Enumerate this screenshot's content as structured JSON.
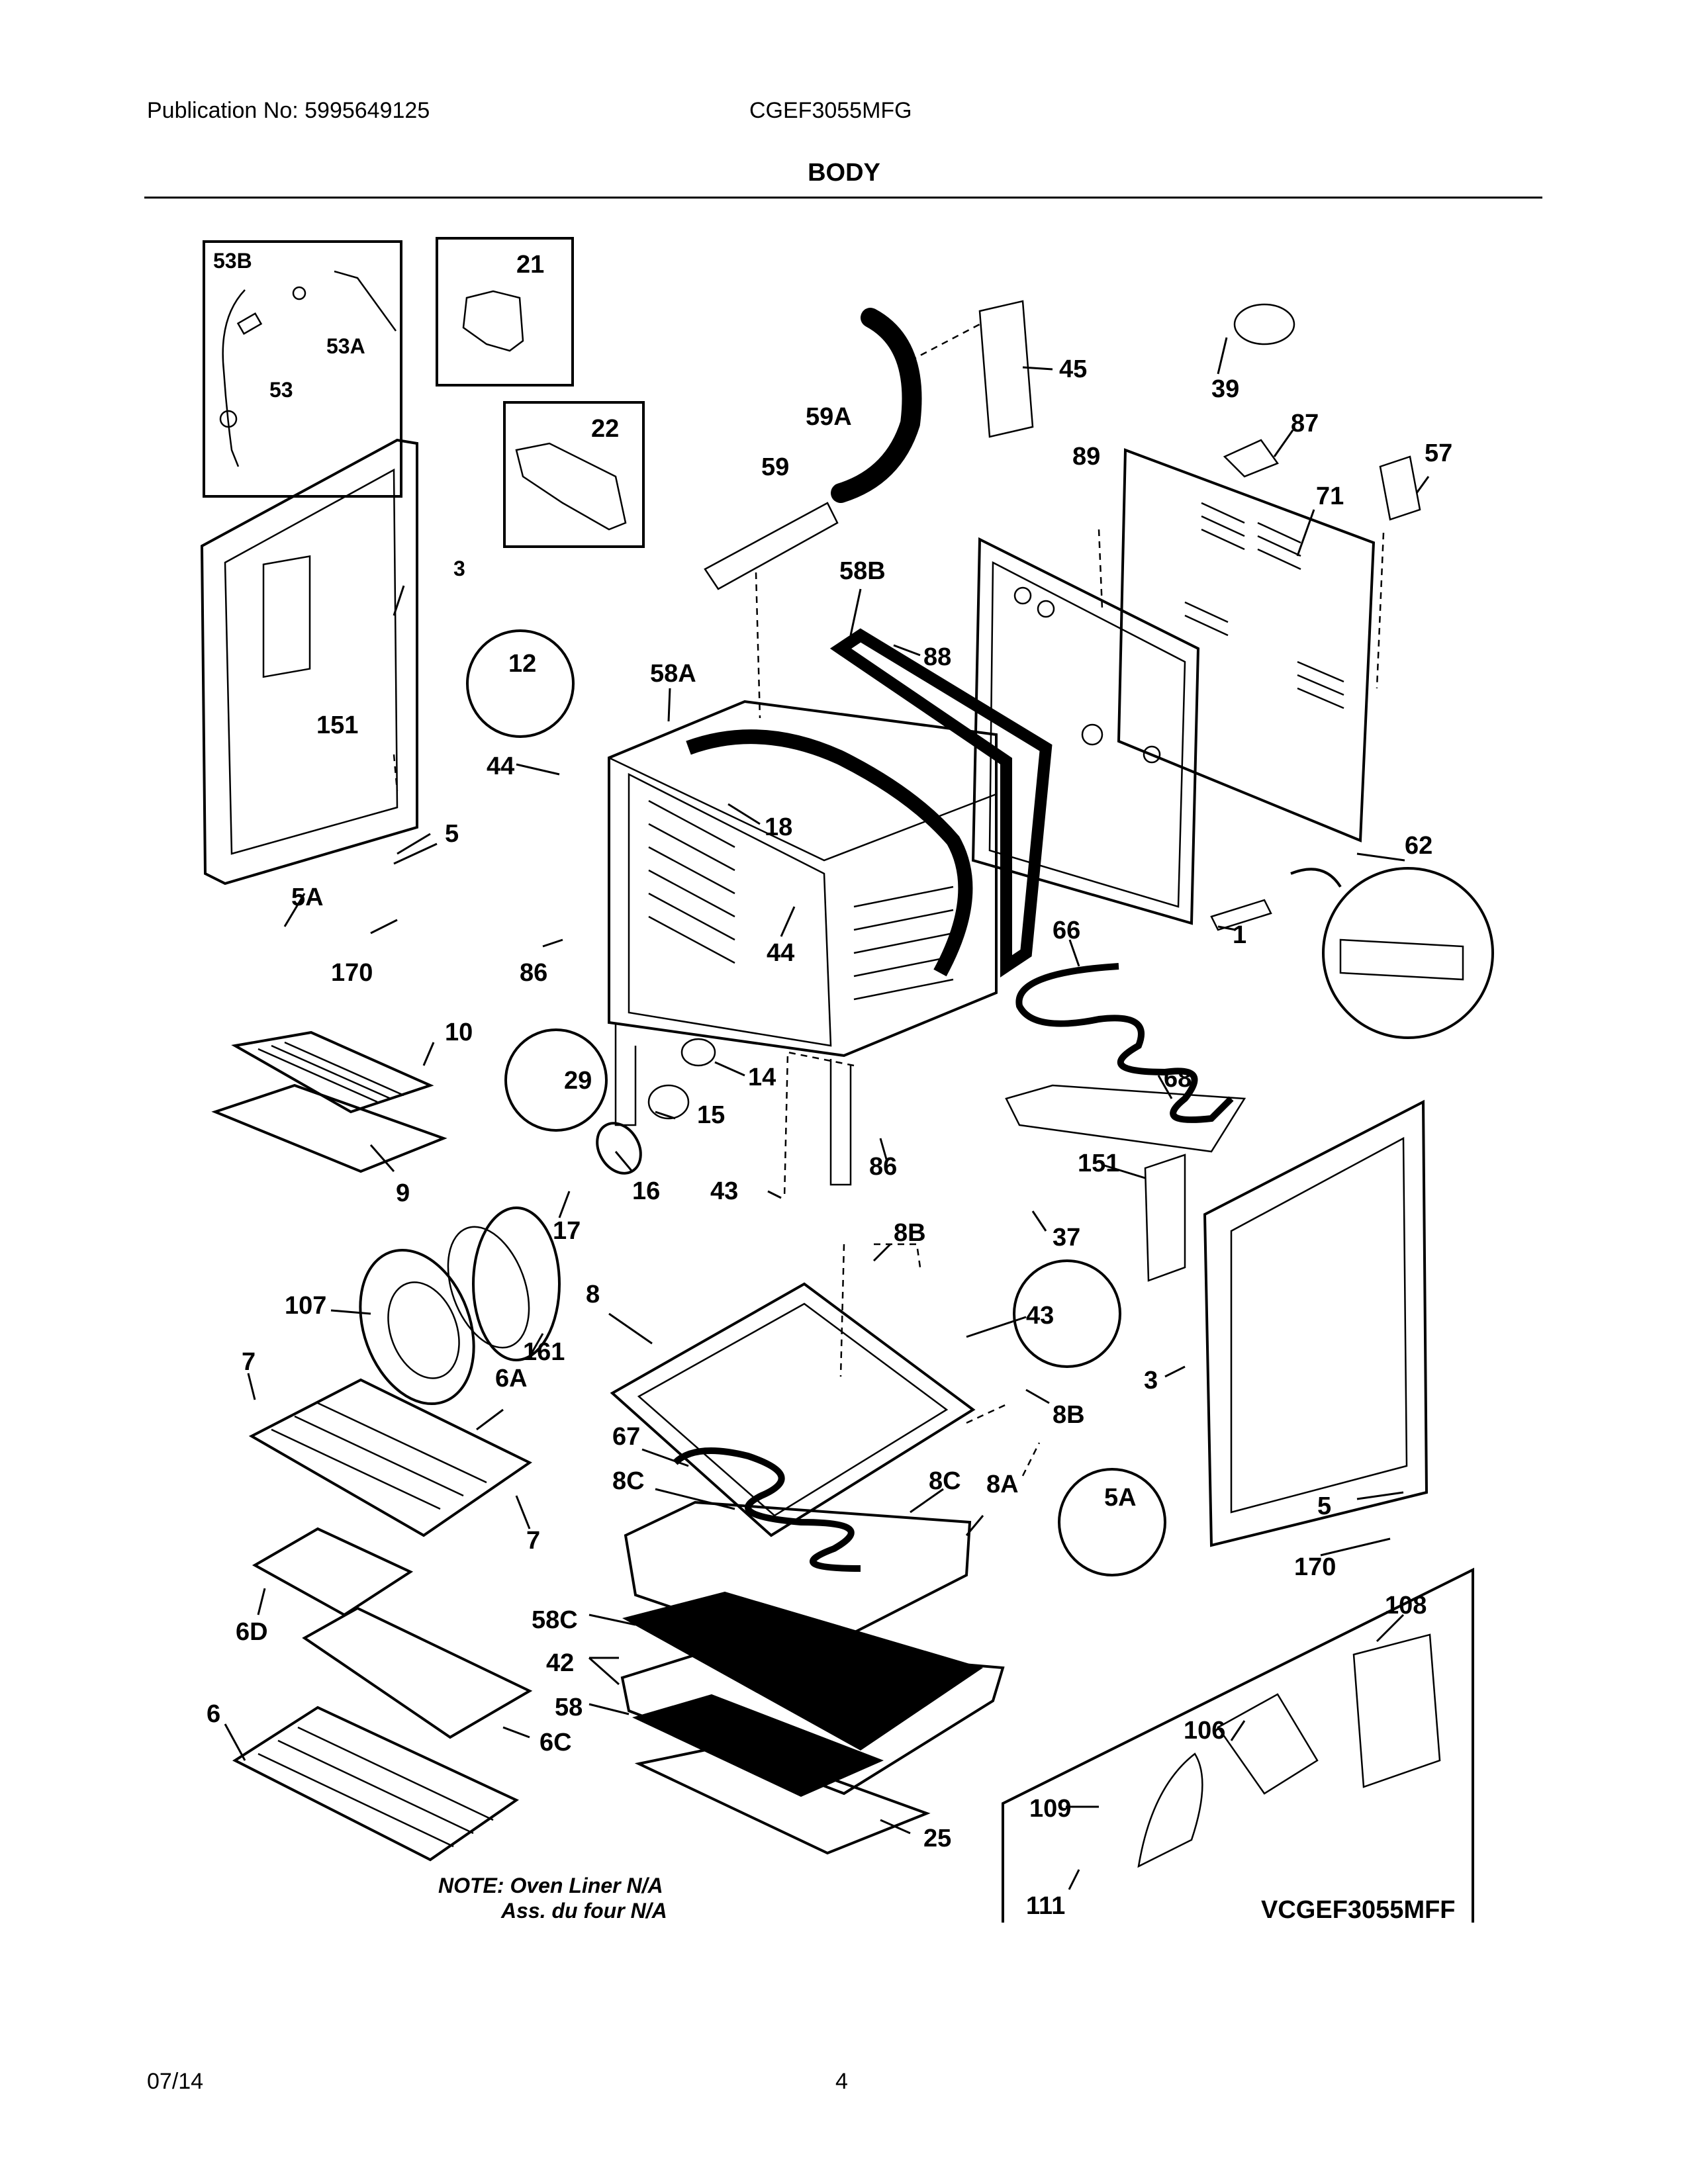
{
  "header": {
    "publication": "Publication No: 5995649125",
    "model": "CGEF3055MFG",
    "section_title": "BODY"
  },
  "footer": {
    "date": "07/14",
    "page_number": "4"
  },
  "diagram": {
    "part_labels": {
      "p53B": "53B",
      "p53A": "53A",
      "p53": "53",
      "p21": "21",
      "p22": "22",
      "p45": "45",
      "p39": "39",
      "p59A": "59A",
      "p59": "59",
      "p89": "89",
      "p87": "87",
      "p57": "57",
      "p71": "71",
      "p3a": "3",
      "p58B": "58B",
      "p88": "88",
      "p12": "12",
      "p58A": "58A",
      "p151a": "151",
      "p44a": "44",
      "p5a": "5",
      "p18": "18",
      "p62": "62",
      "p5Aa": "5A",
      "p170a": "170",
      "p86a": "86",
      "p44b": "44",
      "p66": "66",
      "p1": "1",
      "p10": "10",
      "p29": "29",
      "p14": "14",
      "p68": "68",
      "p15": "15",
      "p9": "9",
      "p16": "16",
      "p43a": "43",
      "p86b": "86",
      "p151b": "151",
      "p17": "17",
      "p37": "37",
      "p8B": "8B",
      "p107": "107",
      "p8": "8",
      "p43b": "43",
      "p161": "161",
      "p7a": "7",
      "p6A": "6A",
      "p8Bb": "8B",
      "p3b": "3",
      "p67": "67",
      "p8C": "8C",
      "p8Cb": "8C",
      "p8A": "8A",
      "p5Ab": "5A",
      "p7b": "7",
      "p5b": "5",
      "p170b": "170",
      "p108": "108",
      "p6D": "6D",
      "p58C": "58C",
      "p42": "42",
      "p106": "106",
      "p6": "6",
      "p58": "58",
      "p6C": "6C",
      "p109": "109",
      "p25": "25",
      "p111": "111"
    },
    "note_line1": "NOTE: Oven Liner N/A",
    "note_line2": "Ass. du four N/A",
    "variant_model": "VCGEF3055MFF"
  }
}
